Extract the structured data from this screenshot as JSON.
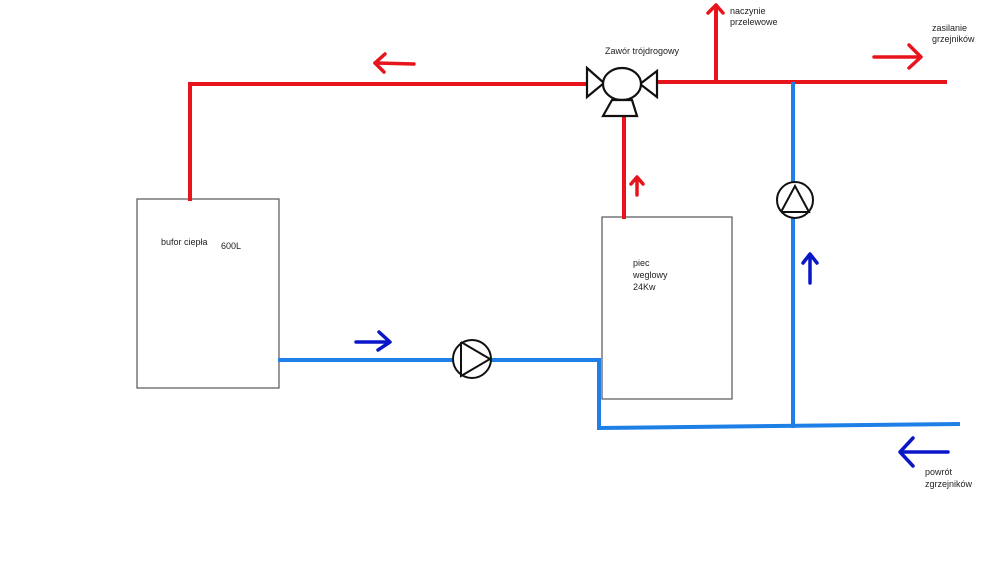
{
  "colors": {
    "supply_pipe": "#e8141c",
    "return_pipe": "#1e7fe6",
    "return_arrow": "#0a17c8",
    "supply_arrow": "#e8141c",
    "outline": "#555555",
    "symbol": "#111111"
  },
  "labels": {
    "valve": "Zawór trójdrogowy",
    "expansion_line1": "naczynie",
    "expansion_line2": "przelewowe",
    "supply_line1": "zasilanie",
    "supply_line2": "grzejników",
    "buffer_name": "bufor ciepła",
    "buffer_capacity": "600L",
    "boiler_line1": "piec",
    "boiler_line2": "weglowy",
    "boiler_line3": "24Kw",
    "return_line1": "powrót",
    "return_line2": "zgrzejników"
  },
  "components": [
    {
      "id": "buffer-tank",
      "type": "tank",
      "name": "bufor ciepła",
      "capacity": "600L"
    },
    {
      "id": "coal-boiler",
      "type": "boiler",
      "name": "piec weglowy",
      "power": "24Kw"
    },
    {
      "id": "three-way-valve",
      "type": "valve",
      "name": "Zawór trójdrogowy"
    },
    {
      "id": "pump-buffer-loop",
      "type": "pump",
      "direction": "right"
    },
    {
      "id": "pump-return-riser",
      "type": "pump",
      "direction": "up"
    }
  ]
}
